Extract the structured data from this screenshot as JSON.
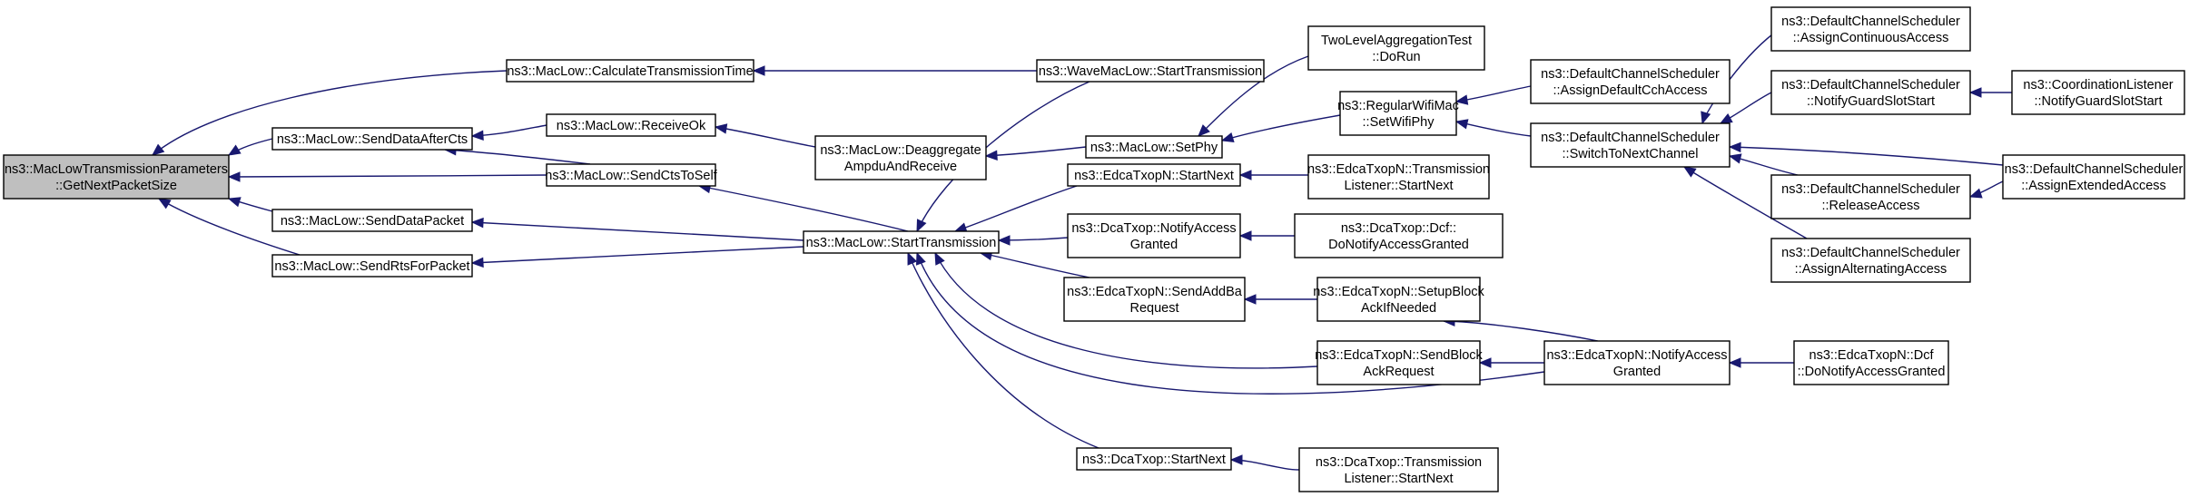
{
  "nodes": {
    "root": [
      "ns3::MacLowTransmissionParameters",
      "::GetNextPacketSize"
    ],
    "calcTx": [
      "ns3::MacLow::CalculateTransmissionTime"
    ],
    "sendDataAfterCts": [
      "ns3::MacLow::SendDataAfterCts"
    ],
    "sendDataPacket": [
      "ns3::MacLow::SendDataPacket"
    ],
    "sendRtsForPacket": [
      "ns3::MacLow::SendRtsForPacket"
    ],
    "receiveOk": [
      "ns3::MacLow::ReceiveOk"
    ],
    "sendCtsToSelf": [
      "ns3::MacLow::SendCtsToSelf"
    ],
    "deaggregate": [
      "ns3::MacLow::Deaggregate",
      "AmpduAndReceive"
    ],
    "startTransmission": [
      "ns3::MacLow::StartTransmission"
    ],
    "waveStartTx": [
      "ns3::WaveMacLow::StartTransmission"
    ],
    "setPhy": [
      "ns3::MacLow::SetPhy"
    ],
    "edcaStartNext": [
      "ns3::EdcaTxopN::StartNext"
    ],
    "dcaNotifyAccess": [
      "ns3::DcaTxop::NotifyAccess",
      "Granted"
    ],
    "edcaSendAddBa": [
      "ns3::EdcaTxopN::SendAddBa",
      "Request"
    ],
    "dcaStartNext": [
      "ns3::DcaTxop::StartNext"
    ],
    "twoLevel": [
      "TwoLevelAggregationTest",
      "::DoRun"
    ],
    "regularWifi": [
      "ns3::RegularWifiMac",
      "::SetWifiPhy"
    ],
    "edcaTxListener": [
      "ns3::EdcaTxopN::Transmission",
      "Listener::StartNext"
    ],
    "dcaDcfNotify": [
      "ns3::DcaTxop::Dcf::",
      "DoNotifyAccessGranted"
    ],
    "edcaSetupBlock": [
      "ns3::EdcaTxopN::SetupBlock",
      "AckIfNeeded"
    ],
    "edcaSendBlock": [
      "ns3::EdcaTxopN::SendBlock",
      "AckRequest"
    ],
    "dcaTxListener": [
      "ns3::DcaTxop::Transmission",
      "Listener::StartNext"
    ],
    "assignDefaultCch": [
      "ns3::DefaultChannelScheduler",
      "::AssignDefaultCchAccess"
    ],
    "switchToNext": [
      "ns3::DefaultChannelScheduler",
      "::SwitchToNextChannel"
    ],
    "edcaNotifyAccess": [
      "ns3::EdcaTxopN::NotifyAccess",
      "Granted"
    ],
    "assignContinuous": [
      "ns3::DefaultChannelScheduler",
      "::AssignContinuousAccess"
    ],
    "notifyGuardSlot": [
      "ns3::DefaultChannelScheduler",
      "::NotifyGuardSlotStart"
    ],
    "releaseAccess": [
      "ns3::DefaultChannelScheduler",
      "::ReleaseAccess"
    ],
    "assignAlternating": [
      "ns3::DefaultChannelScheduler",
      "::AssignAlternatingAccess"
    ],
    "edcaDcfNotify": [
      "ns3::EdcaTxopN::Dcf",
      "::DoNotifyAccessGranted"
    ],
    "coordListener": [
      "ns3::CoordinationListener",
      "::NotifyGuardSlotStart"
    ],
    "assignExtended": [
      "ns3::DefaultChannelScheduler",
      "::AssignExtendedAccess"
    ]
  },
  "edges": [
    [
      "calcTx",
      "root"
    ],
    [
      "sendDataAfterCts",
      "root"
    ],
    [
      "sendCtsToSelf",
      "root"
    ],
    [
      "sendDataPacket",
      "root"
    ],
    [
      "sendRtsForPacket",
      "root"
    ],
    [
      "waveStartTx",
      "calcTx"
    ],
    [
      "receiveOk",
      "sendDataAfterCts"
    ],
    [
      "sendCtsToSelf",
      "sendDataAfterCts"
    ],
    [
      "deaggregate",
      "receiveOk"
    ],
    [
      "startTransmission",
      "sendCtsToSelf"
    ],
    [
      "startTransmission",
      "sendDataPacket"
    ],
    [
      "startTransmission",
      "sendRtsForPacket"
    ],
    [
      "setPhy",
      "deaggregate"
    ],
    [
      "waveStartTx",
      "startTransmission"
    ],
    [
      "edcaStartNext",
      "startTransmission"
    ],
    [
      "dcaNotifyAccess",
      "startTransmission"
    ],
    [
      "edcaSendAddBa",
      "startTransmission"
    ],
    [
      "edcaSendBlock",
      "startTransmission"
    ],
    [
      "edcaNotifyAccess",
      "startTransmission"
    ],
    [
      "dcaStartNext",
      "startTransmission"
    ],
    [
      "twoLevel",
      "setPhy"
    ],
    [
      "regularWifi",
      "setPhy"
    ],
    [
      "edcaTxListener",
      "edcaStartNext"
    ],
    [
      "dcaDcfNotify",
      "dcaNotifyAccess"
    ],
    [
      "edcaSetupBlock",
      "edcaSendAddBa"
    ],
    [
      "dcaTxListener",
      "dcaStartNext"
    ],
    [
      "assignDefaultCch",
      "regularWifi"
    ],
    [
      "switchToNext",
      "regularWifi"
    ],
    [
      "edcaNotifyAccess",
      "edcaSetupBlock"
    ],
    [
      "edcaNotifyAccess",
      "edcaSendBlock"
    ],
    [
      "assignContinuous",
      "switchToNext"
    ],
    [
      "notifyGuardSlot",
      "switchToNext"
    ],
    [
      "releaseAccess",
      "switchToNext"
    ],
    [
      "assignAlternating",
      "switchToNext"
    ],
    [
      "assignExtended",
      "switchToNext"
    ],
    [
      "edcaDcfNotify",
      "edcaNotifyAccess"
    ],
    [
      "coordListener",
      "notifyGuardSlot"
    ],
    [
      "assignExtended",
      "releaseAccess"
    ]
  ]
}
